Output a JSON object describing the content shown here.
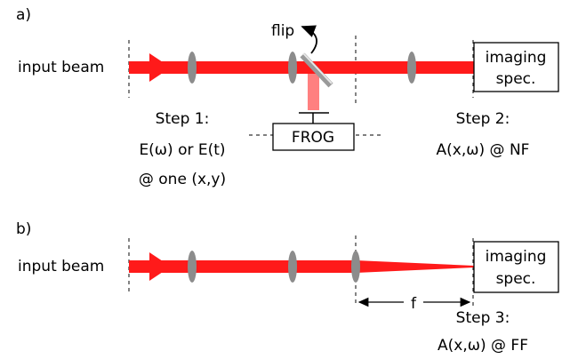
{
  "panel_a": {
    "label": "a)",
    "input_label": "input beam",
    "flip_label": "flip",
    "frog_label": "FROG",
    "spec_line1": "imaging",
    "spec_line2": "spec.",
    "step1_title": "Step 1:",
    "step1_line1": "E(ω) or E(t)",
    "step1_line2": "@ one (x,y)",
    "step2_title": "Step 2:",
    "step2_line1": "A(x,ω) @ NF"
  },
  "panel_b": {
    "label": "b)",
    "input_label": "input beam",
    "spec_line1": "imaging",
    "spec_line2": "spec.",
    "focal_label": "f",
    "step3_title": "Step 3:",
    "step3_line1": "A(x,ω) @ FF"
  },
  "colors": {
    "beam": "#ff1a1a",
    "frog_beam": "#ff8080",
    "lens": "#8c8c8c",
    "mirror": "#c8c8c8"
  }
}
